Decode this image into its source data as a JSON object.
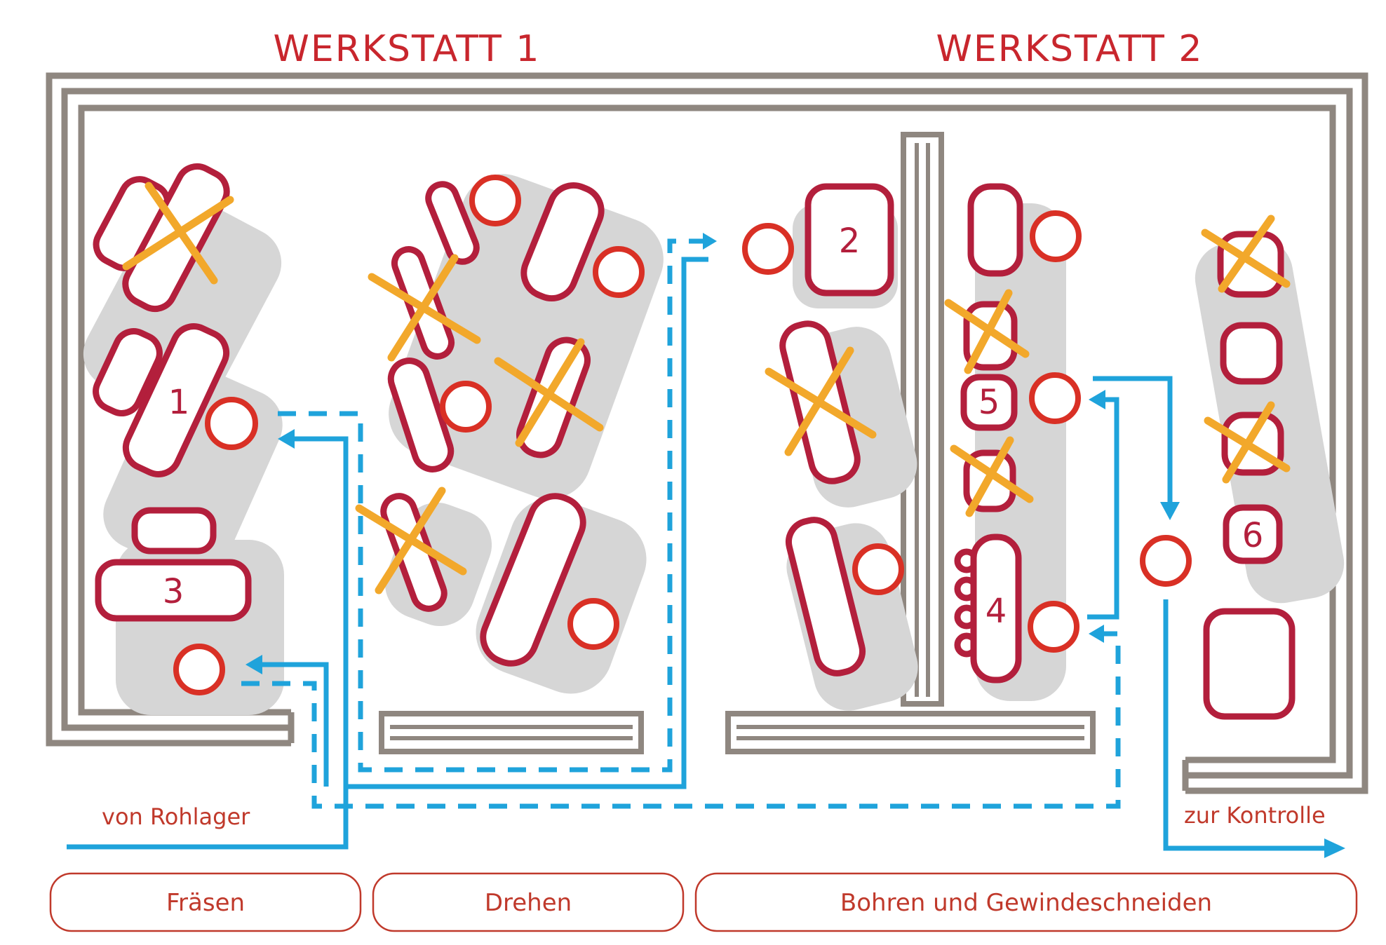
{
  "titles": {
    "werkstatt1": "WERKSTATT 1",
    "werkstatt2": "WERKSTATT 2"
  },
  "machine_numbers": {
    "m1": "1",
    "m2": "2",
    "m3": "3",
    "m4": "4",
    "m5": "5",
    "m6": "6"
  },
  "flow_labels": {
    "inbound": "von Rohlager",
    "outbound": "zur Kontrolle"
  },
  "departments": [
    {
      "label": "Fräsen"
    },
    {
      "label": "Drehen"
    },
    {
      "label": "Bohren und Gewindeschneiden"
    }
  ],
  "colors": {
    "wall": "#8f8780",
    "machine": "#b31f3c",
    "station": "#d93025",
    "removed_marker": "#f2a82b",
    "flow": "#1fa3db",
    "title": "#c8262d"
  }
}
